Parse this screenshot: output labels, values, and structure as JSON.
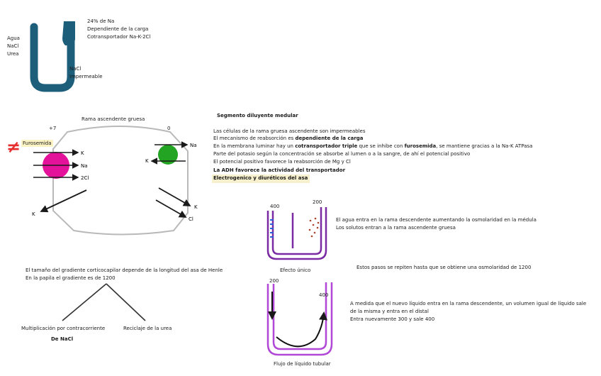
{
  "colors": {
    "loop_blue": "#1d5f7a",
    "membrane_gray": "#b9b9b9",
    "pump_magenta": "#e4129a",
    "pump_green": "#23a523",
    "loop_purple": "#7a2aa3",
    "flow_purple": "#b047d6",
    "furosemide_red": "#e62e2e",
    "highlight": "#fbf3c4"
  },
  "icons": {
    "not_equal": "≠"
  },
  "top_loop": {
    "left_labels": [
      "Agua",
      "NaCl",
      "Urea"
    ],
    "right_labels": [
      "24% de Na",
      "Dependiente de la carga",
      "Cotransportador Na-K-2Cl"
    ],
    "bottom_labels": [
      "NaCl",
      "Impermeable"
    ]
  },
  "cell": {
    "title": "Rama ascendente gruesa",
    "left_potential": "+7",
    "right_potential": "0",
    "furosemide_label": "Furosemida",
    "magenta_ions": [
      "K",
      "Na",
      "2Cl"
    ],
    "left_out_ion": "K",
    "green_ions": [
      "Na",
      "K"
    ],
    "right_out_ions": [
      "K",
      "Cl"
    ]
  },
  "notes": {
    "heading": "Segmento diluyente medular",
    "line1": "Las células de la rama gruesa ascendente son impermeables",
    "line2_a": "El mecanismo de reabsorción es ",
    "line2_b": "dependiente de la carga",
    "line3_a": "En la membrana luminar hay un ",
    "line3_b": "cotransportador triple",
    "line3_c": " que se inhibe con ",
    "line3_d": "furosemida",
    "line3_e": ", se mantiene gracias a la Na-K ATPasa",
    "line4": "Parte del potasio según la concentración se absorbe al lumen o a la sangre, de ahí el potencial positivo",
    "line5": "El potencial positivo favorece la reabsorción de Mg y Cl",
    "line6": "La ADH favorece la actividad del transportador",
    "line7": "Electrogenico y diuréticos del asa"
  },
  "gradient": {
    "line1": "El tamaño del gradiente corticocapilar depende de la longitud del asa de Henle",
    "line2": "En la papila el gradiente es de 1200",
    "left_branch": "Multiplicación por contracorriente",
    "left_branch_sub": "De NaCl",
    "right_branch": "Reciclaje de la urea"
  },
  "single_effect": {
    "left_value": "400",
    "right_value": "200",
    "caption": "Efecto único",
    "desc1": "El agua entra en la rama descendente aumentando la osmolaridad en la médula",
    "desc2": "Los solutos entran a la rama ascendente gruesa",
    "repeat_note": "Estos pasos se repiten hasta que se obtiene una osmolaridad de 1200"
  },
  "tubular_flow": {
    "left_value": "200",
    "right_value": "400",
    "caption": "Flujo de líquido tubular",
    "desc1": "A medida que el nuevo líquido entra en la rama descendente, un volumen igual de líquido sale",
    "desc2": "de la misma y entra en el distal",
    "desc3": "Entra nuevamente 300 y sale 400"
  }
}
